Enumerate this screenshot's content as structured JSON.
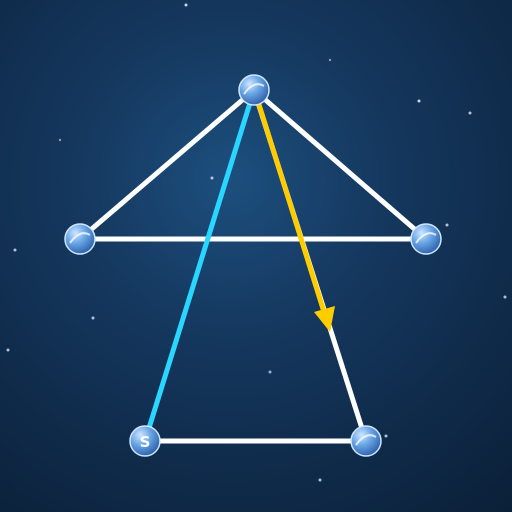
{
  "puzzle": {
    "start_node_label": "S",
    "colors": {
      "background_center": "#1c4f7e",
      "background_edge": "#0b2038",
      "edge_unvisited": "#ffffff",
      "edge_visited": "#29d6ff",
      "edge_current": "#ffcc00",
      "node": "#4d8fd6"
    },
    "nodes": [
      {
        "id": "apex",
        "icon": "planet-node-icon"
      },
      {
        "id": "left",
        "icon": "planet-node-icon"
      },
      {
        "id": "right",
        "icon": "planet-node-icon"
      },
      {
        "id": "start",
        "icon": "planet-node-icon",
        "label": "S"
      },
      {
        "id": "bottom-right",
        "icon": "planet-node-icon"
      }
    ],
    "edges": [
      {
        "from": "apex",
        "to": "left",
        "state": "unvisited"
      },
      {
        "from": "apex",
        "to": "right",
        "state": "unvisited"
      },
      {
        "from": "left",
        "to": "right",
        "state": "unvisited"
      },
      {
        "from": "start",
        "to": "bottom-right",
        "state": "unvisited"
      },
      {
        "from": "bottom-right",
        "to": "apex",
        "state": "unvisited"
      },
      {
        "from": "start",
        "to": "apex",
        "state": "visited"
      },
      {
        "from": "apex",
        "to": "bottom-right",
        "state": "current",
        "direction": "arrow-down"
      }
    ]
  }
}
